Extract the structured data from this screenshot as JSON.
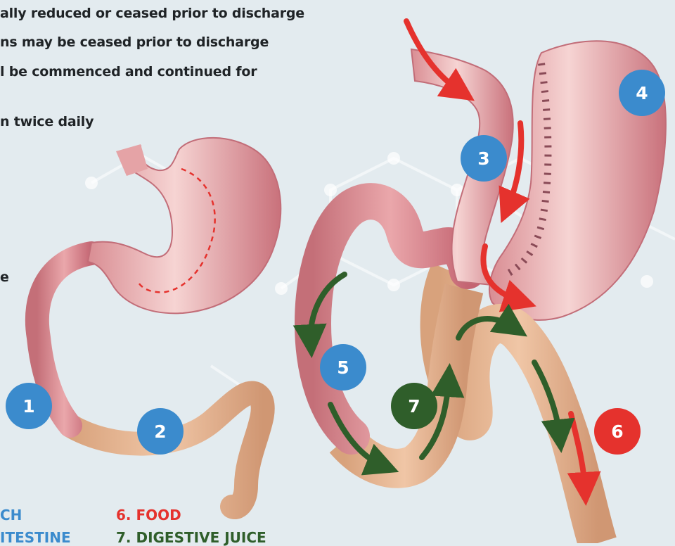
{
  "text_lines": [
    "ally reduced or ceased prior to discharge",
    "ns may be ceased prior to discharge",
    "l be commenced and continued for",
    "n twice daily",
    "e"
  ],
  "legend": {
    "ch": "CH",
    "intestine": "ITESTINE",
    "food": "6. FOOD",
    "digestive_juice": "7. DIGESTIVE JUICE"
  },
  "markers": [
    "1",
    "2",
    "3",
    "4",
    "5",
    "6",
    "7"
  ],
  "colors": {
    "blue": "#3b8bcd",
    "red": "#e5322d",
    "green": "#2f5e2a",
    "stomach": "#e9a6a6",
    "intestine": "#e7b590",
    "background": "#e3ebef"
  }
}
